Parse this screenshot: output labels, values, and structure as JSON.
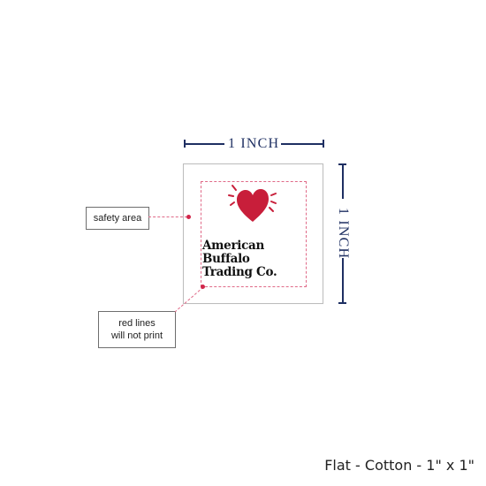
{
  "dimensions": {
    "width_label": "1 INCH",
    "height_label": "1 INCH"
  },
  "label": {
    "brand_name": "American Buffalo\nTrading Co.",
    "logo_icon": "heart-icon"
  },
  "callouts": {
    "safety_area": "safety area",
    "red_lines_line1": "red lines",
    "red_lines_line2": "will not print"
  },
  "caption": "Flat - Cotton - 1\" x 1\"",
  "colors": {
    "dimension": "#1e2f62",
    "guide": "#e06a88",
    "heart": "#c81e3a"
  }
}
